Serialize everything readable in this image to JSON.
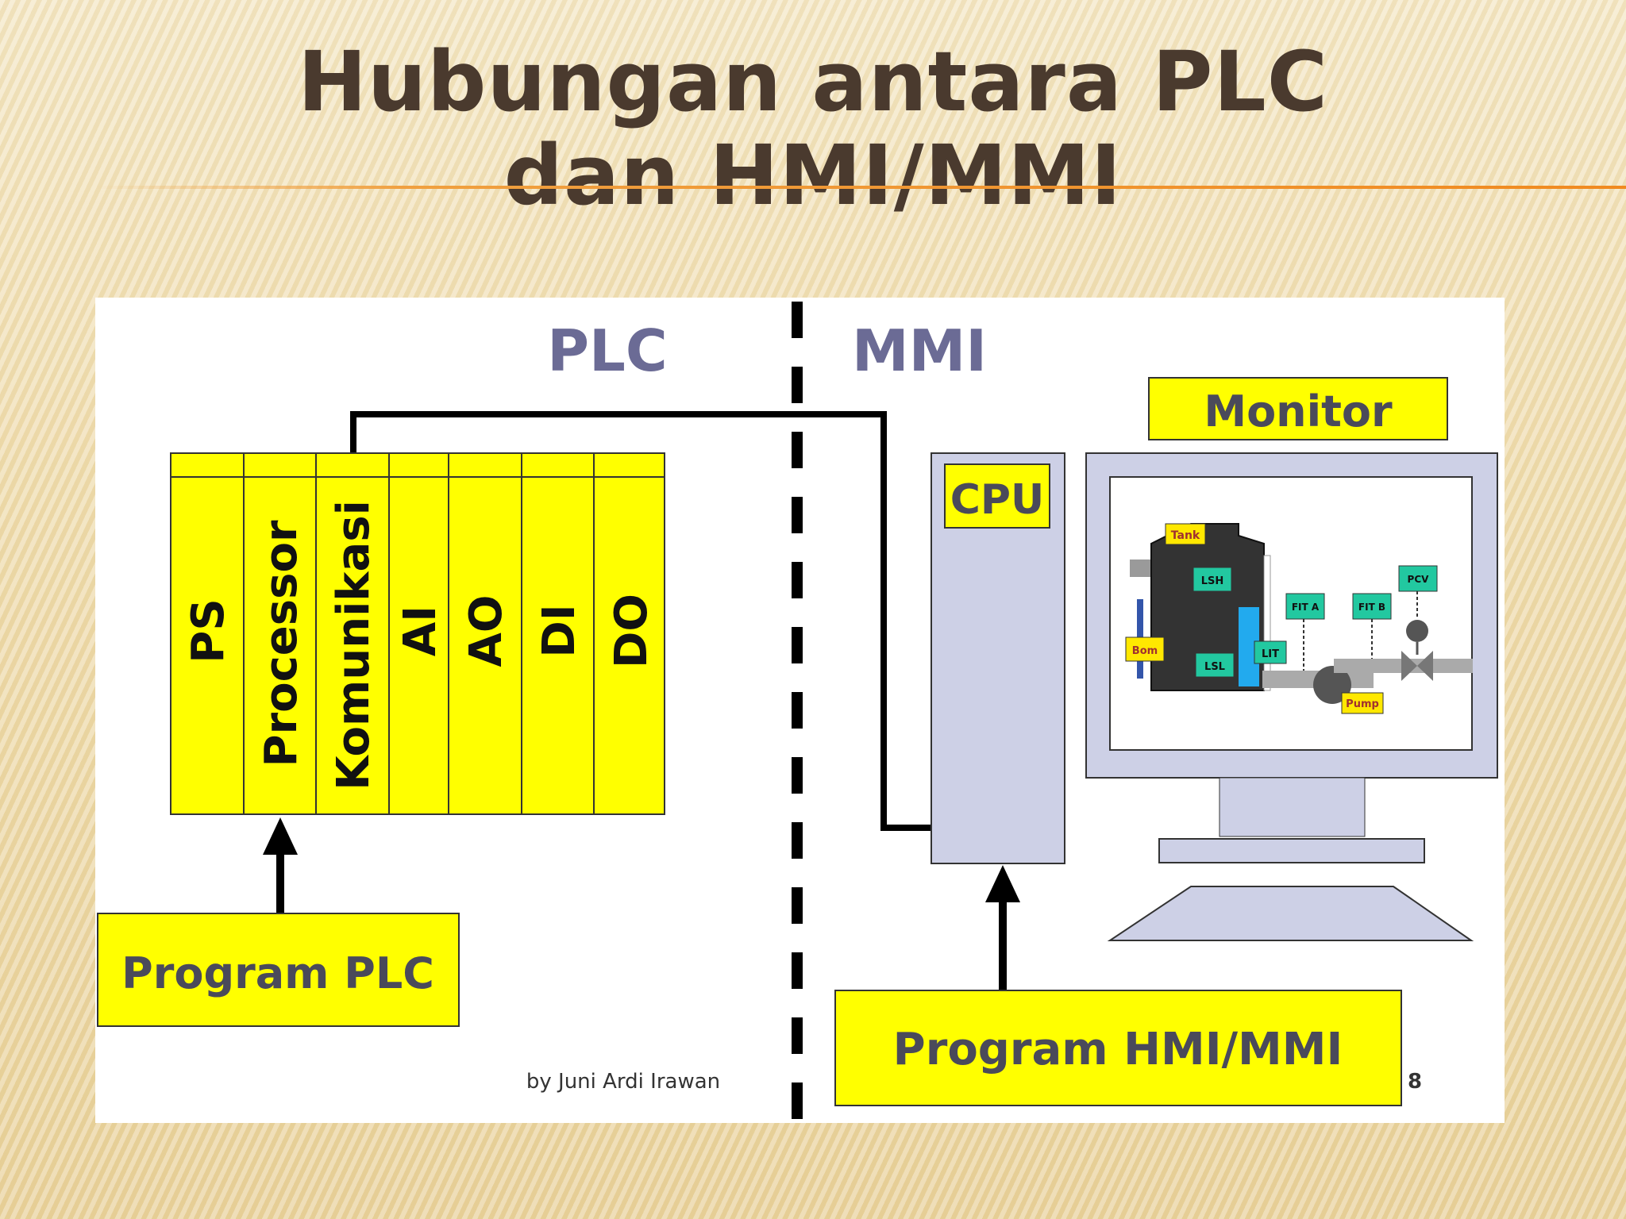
{
  "slide": {
    "title_line1": "Hubungan antara PLC",
    "title_line2": "dan HMI/MMI"
  },
  "diagram": {
    "plc_header": "PLC",
    "mmi_header": "MMI",
    "plc_modules": [
      "PS",
      "Processor",
      "Komunikasi",
      "AI",
      "AO",
      "DI",
      "DO"
    ],
    "program_plc": "Program PLC",
    "cpu_label": "CPU",
    "monitor_label": "Monitor",
    "program_hmi": "Program HMI/MMI",
    "credit": "by Juni Ardi Irawan",
    "page_number": "8",
    "screen_tags": {
      "tank": "Tank",
      "lsh": "LSH",
      "lsl": "LSL",
      "lit": "LIT",
      "bom": "Bom",
      "pump": "Pump",
      "fit_a": "FIT A",
      "fit_b": "FIT B",
      "pcv": "PCV"
    },
    "colors": {
      "module_fill": "#ffff00",
      "header_text": "#6b6b95",
      "box_text": "#4a4a5a",
      "computer_fill": "#cdd0e6",
      "tag_green": "#22c8a0",
      "tag_yellow": "#ffe800"
    }
  }
}
